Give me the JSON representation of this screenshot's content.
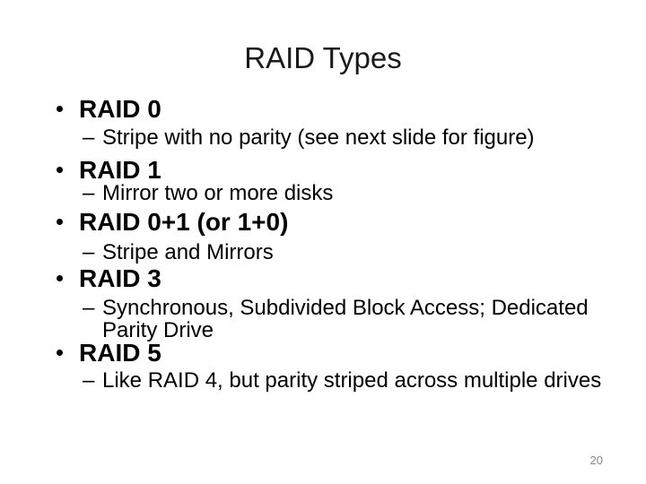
{
  "slide": {
    "title": "RAID Types",
    "sub_bullet_char": "–",
    "bullets": [
      {
        "title": "RAID 0",
        "sub": "Stripe with no parity (see next slide for figure)"
      },
      {
        "title": "RAID 1",
        "sub": "Mirror two or more disks"
      },
      {
        "title": "RAID 0+1 (or 1+0)",
        "sub": "Stripe and Mirrors"
      },
      {
        "title": "RAID 3",
        "sub": "Synchronous, Subdivided Block Access; Dedicated Parity Drive"
      },
      {
        "title": "RAID 5",
        "sub": "Like RAID 4, but parity striped across multiple drives"
      }
    ],
    "page_number": "20",
    "colors": {
      "background": "#ffffff",
      "text": "#000000",
      "page_number": "#898989"
    }
  }
}
